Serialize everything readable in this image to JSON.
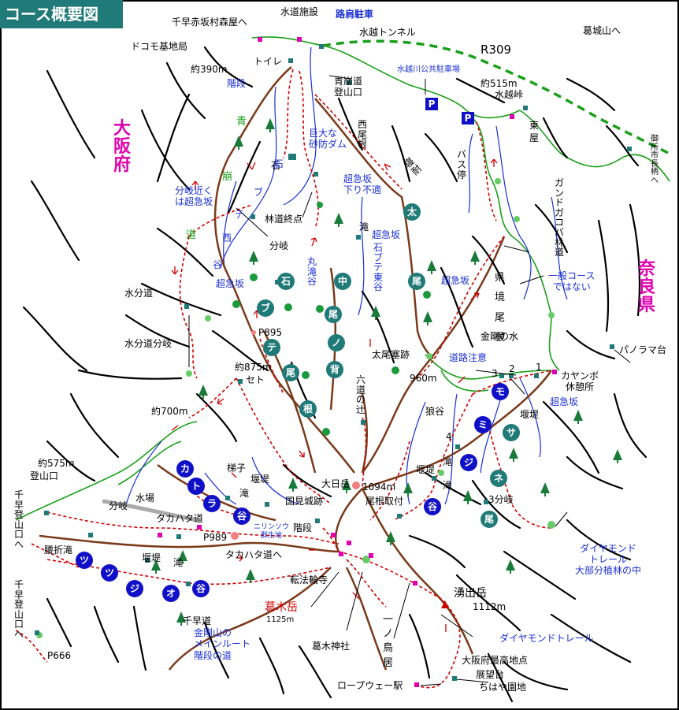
{
  "title": "コース概要図",
  "colors": {
    "title_bg": "#1f7a78",
    "trail_red": "#d00000",
    "river_blue": "#1a2fd6",
    "road_green": "#1aa01a",
    "ridge_brown": "#7a3a1a",
    "disc_teal": "#1f7a78",
    "disc_navy": "#1010c8",
    "label_magenta": "#e000b0"
  },
  "prefectures": {
    "osaka": "大阪府",
    "nara": "奈良県"
  },
  "places": {
    "chihaya_moriya": "千早赤坂村森屋へ",
    "suido_shisetsu": "水道施設",
    "rokata_chusha": "路肩駐車",
    "mizukoshi_tunnel": "水越トンネル",
    "docomo": "ドコモ基地局",
    "toilet": "トイレ",
    "yaku390": "約390m",
    "kaidan": "階段",
    "aozakimichi": "青崩道\n登山口",
    "r309": "R309",
    "kashiroyama": "葛城山へ",
    "mizukoshigawa_p": "水越川公共駐車場",
    "yaku515": "約515m",
    "mizukoshi_toge": "水越峠",
    "higashiya": "東屋",
    "gose": "御所市長柄へ",
    "kyodai_sabo": "巨大な\n砂防ダム",
    "nishi_one": "西尾根",
    "tobashi_kireta": "寝耐",
    "bus": "バス停",
    "ishi": "石",
    "chokyu_kudari": "超急坂\n下り不適",
    "gandogakobi": "ガンドガコバ林道",
    "bunki_chokyu": "分岐近く\nは超急坂",
    "rindo_shuten": "林道終点",
    "taki": "滝",
    "chokyuzaka": "超急坂",
    "ishibute_higashi": "石ブテ東谷",
    "bunki": "分岐",
    "maru_taki_dani": "丸滝谷",
    "ippan_course": "一般コース\nではない",
    "mizubunmichi": "水分道",
    "kenkyo_one": "県境尾根",
    "p895": "P895",
    "kongo_mizu": "金剛の水",
    "mizubunmichi_bunki": "水分道分岐",
    "taio_haiato": "太尾塞跡",
    "panorama": "パノラマ台",
    "doro_chui": "道路注意",
    "yaku875": "約875m",
    "seto": "セト",
    "m960": "960m",
    "kayanbo": "カヤンボ\n休憩所",
    "rokudo_tsuji": "六道の辻",
    "enteitsu": "堰堤",
    "yaku700": "約700m",
    "rogadani": "狼谷",
    "chokyuzaka2": "超急坂",
    "yaku575": "約575m",
    "tozanguchi": "登山口",
    "hashigo": "梯子",
    "entei2": "堰堤",
    "entei3": "堰堤",
    "taki2": "滝",
    "taki3": "滝",
    "kuni_mijo": "国見城跡",
    "onebutsuki": "尾根取付",
    "daiba": "大日岳",
    "m1094": "1094m",
    "sanbunki": "3分岐",
    "chihaya_left": "千早登山口へ",
    "bunki2": "分岐",
    "mizuba": "水場",
    "takahata_michi": "タカハタ道",
    "nirinsou": "ニリンソウ\n群生地",
    "kaidan2": "階段",
    "p989": "P989",
    "koshiorei": "腰折滝",
    "entei4": "堰堤",
    "taki4": "滝",
    "takahata_michi2": "タカハタ道へ",
    "tenborinji": "転法輪寺",
    "katsuragi_dake": "葛木岳",
    "m1125": "1125m",
    "wakide_dake": "湧出岳",
    "m1112": "1112m",
    "diamond_trail_label": "ダイヤモンド\nトレール\n大部分植林の中",
    "diamond_trail": "ダイヤモンドトレール",
    "chihaya_left2": "千早登山口へ",
    "chihaya_michi": "千早道",
    "kongo_main": "金剛山の\nメインルート\n階段の道",
    "ichinotorii": "一ノ鳥居",
    "katsuragi_jinja": "葛木神社",
    "osaka_saiko": "大阪府最高地点",
    "tenbodai": "展望台",
    "chihayaen": "ちはや園地",
    "ropeway": "ロープウェー駅",
    "p666": "P666"
  },
  "parking": {
    "p1": "P",
    "p2": "P"
  },
  "ridge_markers": {
    "aozaki_ridge_discs": [
      "青",
      "崩",
      "道"
    ],
    "ishibute_nishi_discs": [
      "石",
      "ブ",
      "テ",
      "西",
      "谷"
    ],
    "ishibute_discs": [
      "石",
      "ブ",
      "テ"
    ],
    "naka_one_discs": [
      "中",
      "尾",
      "ノ",
      "背"
    ],
    "tao_one_discs": [
      "太",
      "尾"
    ],
    "se_one_discs": [
      "尾",
      "根"
    ],
    "katora_discs": [
      "カ",
      "ト",
      "ラ",
      "谷"
    ],
    "moji_discs": [
      "モ",
      "ミ",
      "ジ",
      "谷"
    ],
    "sane_discs": [
      "サ",
      "ネ",
      "尾"
    ],
    "tsutsujio_discs": [
      "ツ",
      "ツ",
      "ジ",
      "オ",
      "谷"
    ],
    "nums": [
      "1",
      "2",
      "3",
      "4"
    ]
  }
}
